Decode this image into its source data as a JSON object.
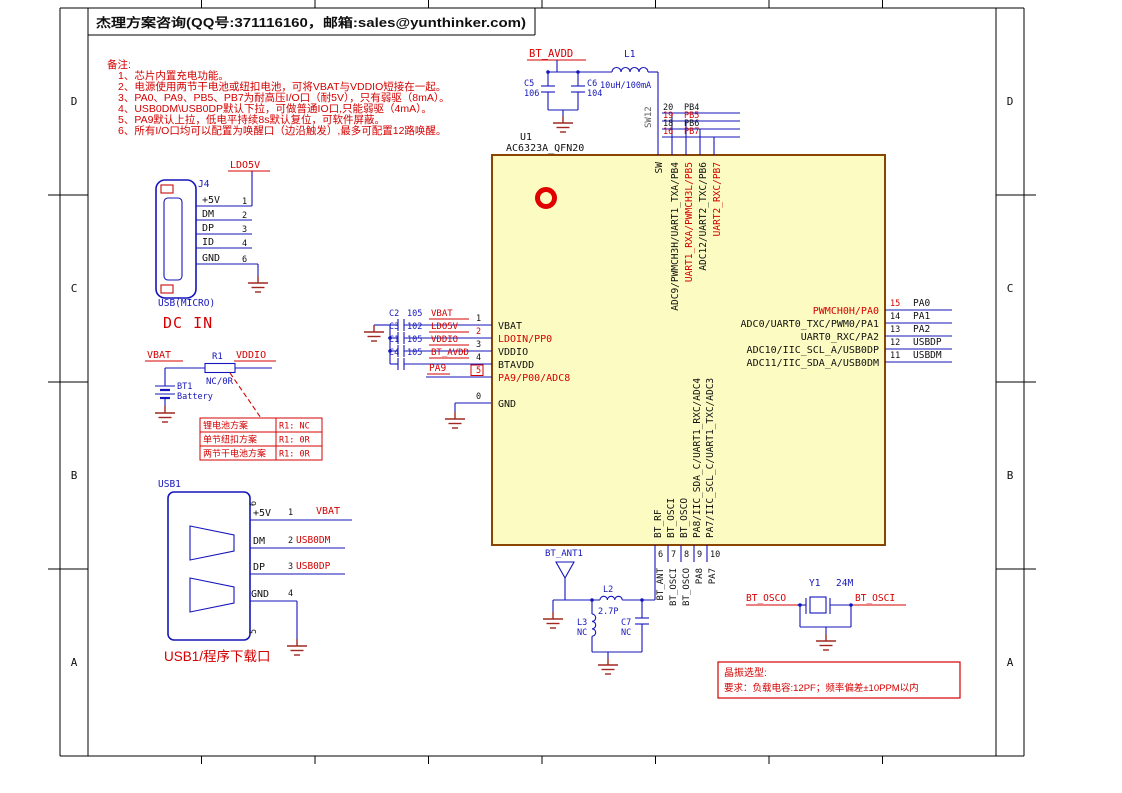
{
  "colors": {
    "wire_blue": "#1515bb",
    "net_red": "#d40000",
    "chip_fill": "#FCFCC2",
    "chip_border": "#8a4500",
    "ground_brown": "#A02820"
  },
  "header": {
    "title": "杰理方案咨询(QQ号:371116160，邮箱:sales@yunthinker.com)"
  },
  "frame": {
    "zones": [
      "D",
      "C",
      "B",
      "A"
    ]
  },
  "notes": {
    "heading": "备注:",
    "lines": [
      "1、芯片内置充电功能。",
      "2、电源使用两节干电池或纽扣电池，可将VBAT与VDDIO短接在一起。",
      "3、PA0、PA9、PB5、PB7为耐高压I/O口（耐5V），只有弱驱（8mA）。",
      "4、USB0DM\\USB0DP默认下拉，可做普通IO口,只能弱驱（4mA）。",
      "5、PA9默认上拉，低电平持续8s默认复位，可软件屏蔽。",
      "6、所有I/O口均可以配置为唤醒口（边沿触发）,最多可配置12路唤醒。"
    ]
  },
  "dcin": {
    "refdes": "J4",
    "net": "LDO5V",
    "pins": [
      {
        "label": "+5V",
        "num": "1"
      },
      {
        "label": "DM",
        "num": "2"
      },
      {
        "label": "DP",
        "num": "3"
      },
      {
        "label": "ID",
        "num": "4"
      },
      {
        "label": "GND",
        "num": "6"
      }
    ],
    "caption": "USB(MICRO)",
    "title": "DC IN"
  },
  "battery": {
    "vbat": "VBAT",
    "vddio": "VDDIO",
    "r1": "R1",
    "r1_value": "NC/0R",
    "bt1": "BT1",
    "bt1_desc": "Battery"
  },
  "r1_table": {
    "rows": [
      {
        "option": "锂电池方案",
        "value": "R1: NC"
      },
      {
        "option": "单节纽扣方案",
        "value": "R1: 0R"
      },
      {
        "option": "两节干电池方案",
        "value": "R1: 0R"
      }
    ]
  },
  "usb1": {
    "refdes": "USB1",
    "pins": [
      {
        "label": "+5V",
        "num": "1",
        "net": "VBAT"
      },
      {
        "label": "DM",
        "num": "2",
        "net": "USB0DM"
      },
      {
        "label": "DP",
        "num": "3",
        "net": "USB0DP"
      },
      {
        "label": "GND",
        "num": "4",
        "net": ""
      }
    ],
    "shell_top": "6",
    "shell_bottom": "5",
    "title": "USB1/程序下载口"
  },
  "power": {
    "net": "BT_AVDD",
    "c5_ref": "C5",
    "c5_val": "106",
    "c6_ref": "C6",
    "c6_val": "104",
    "l1_ref": "L1",
    "l1_val": "10uH/100mA"
  },
  "cap_bank": {
    "rows": [
      {
        "ref": "C2",
        "val": "105",
        "net": "VBAT"
      },
      {
        "ref": "C3",
        "val": "102",
        "net": "LDO5V"
      },
      {
        "ref": "C1",
        "val": "105",
        "net": "VDDIO"
      },
      {
        "ref": "C4",
        "val": "105",
        "net": "BT_AVDD"
      }
    ],
    "pa9": "PA9"
  },
  "chip": {
    "refdes": "U1",
    "part": "AC6323A_QFN20",
    "left_pins": [
      {
        "num": "1",
        "name": "VBAT"
      },
      {
        "num": "2",
        "name": "LDOIN/PP0"
      },
      {
        "num": "3",
        "name": "VDDIO"
      },
      {
        "num": "4",
        "name": "BTAVDD"
      },
      {
        "num": "5",
        "name": "PA9/P00/ADC8"
      },
      {
        "num": "0",
        "name": "GND"
      }
    ],
    "right_pins": [
      {
        "num": "15",
        "name": "PWMCH0H/PA0",
        "net": "PA0"
      },
      {
        "num": "14",
        "name": "ADC0/UART0_TXC/PWM0/PA1",
        "net": "PA1"
      },
      {
        "num": "13",
        "name": "UART0_RXC/PA2",
        "net": "PA2"
      },
      {
        "num": "12",
        "name": "ADC10/IIC_SCL_A/USB0DP",
        "net": "USBDP"
      },
      {
        "num": "11",
        "name": "ADC11/IIC_SDA_A/USB0DM",
        "net": "USBDM"
      }
    ],
    "top_pins": [
      {
        "num": "",
        "name": "SW",
        "net": "SW12"
      },
      {
        "num": "20",
        "name": "ADC9/PWMCH3H/UART1_TXA/PB4",
        "net": "PB4"
      },
      {
        "num": "19",
        "name": "UART1_RXA/PWMCH3L/PB5",
        "net": "PB5"
      },
      {
        "num": "18",
        "name": "ADC12/UART2_TXC/PB6",
        "net": "PB6"
      },
      {
        "num": "16",
        "name": "UART2_RXC/PB7",
        "net": "PB7"
      }
    ],
    "bottom_pins": [
      {
        "num": "6",
        "name": "BT_RF",
        "net": "BT_ANT"
      },
      {
        "num": "7",
        "name": "BT_OSCI",
        "net": "BT_OSCI"
      },
      {
        "num": "8",
        "name": "BT_OSCO",
        "net": "BT_OSCO"
      },
      {
        "num": "9",
        "name": "PA8/IIC_SDA_C/UART1_RXC/ADC4",
        "net": "PA8"
      },
      {
        "num": "10",
        "name": "PA7/IIC_SCL_C/UART1_TXC/ADC3",
        "net": "PA7"
      }
    ]
  },
  "antenna": {
    "net": "BT_ANT1",
    "l2_ref": "L2",
    "l2_val": "2.7P",
    "l3_ref": "L3",
    "l3_val": "NC",
    "c7_ref": "C7",
    "c7_val": "NC"
  },
  "crystal": {
    "refdes": "Y1",
    "freq": "24M",
    "osco": "BT_OSCO",
    "osci": "BT_OSCI",
    "note_title": "晶振选型:",
    "note_body": "要求：负载电容:12PF；频率偏差±10PPM以内"
  }
}
